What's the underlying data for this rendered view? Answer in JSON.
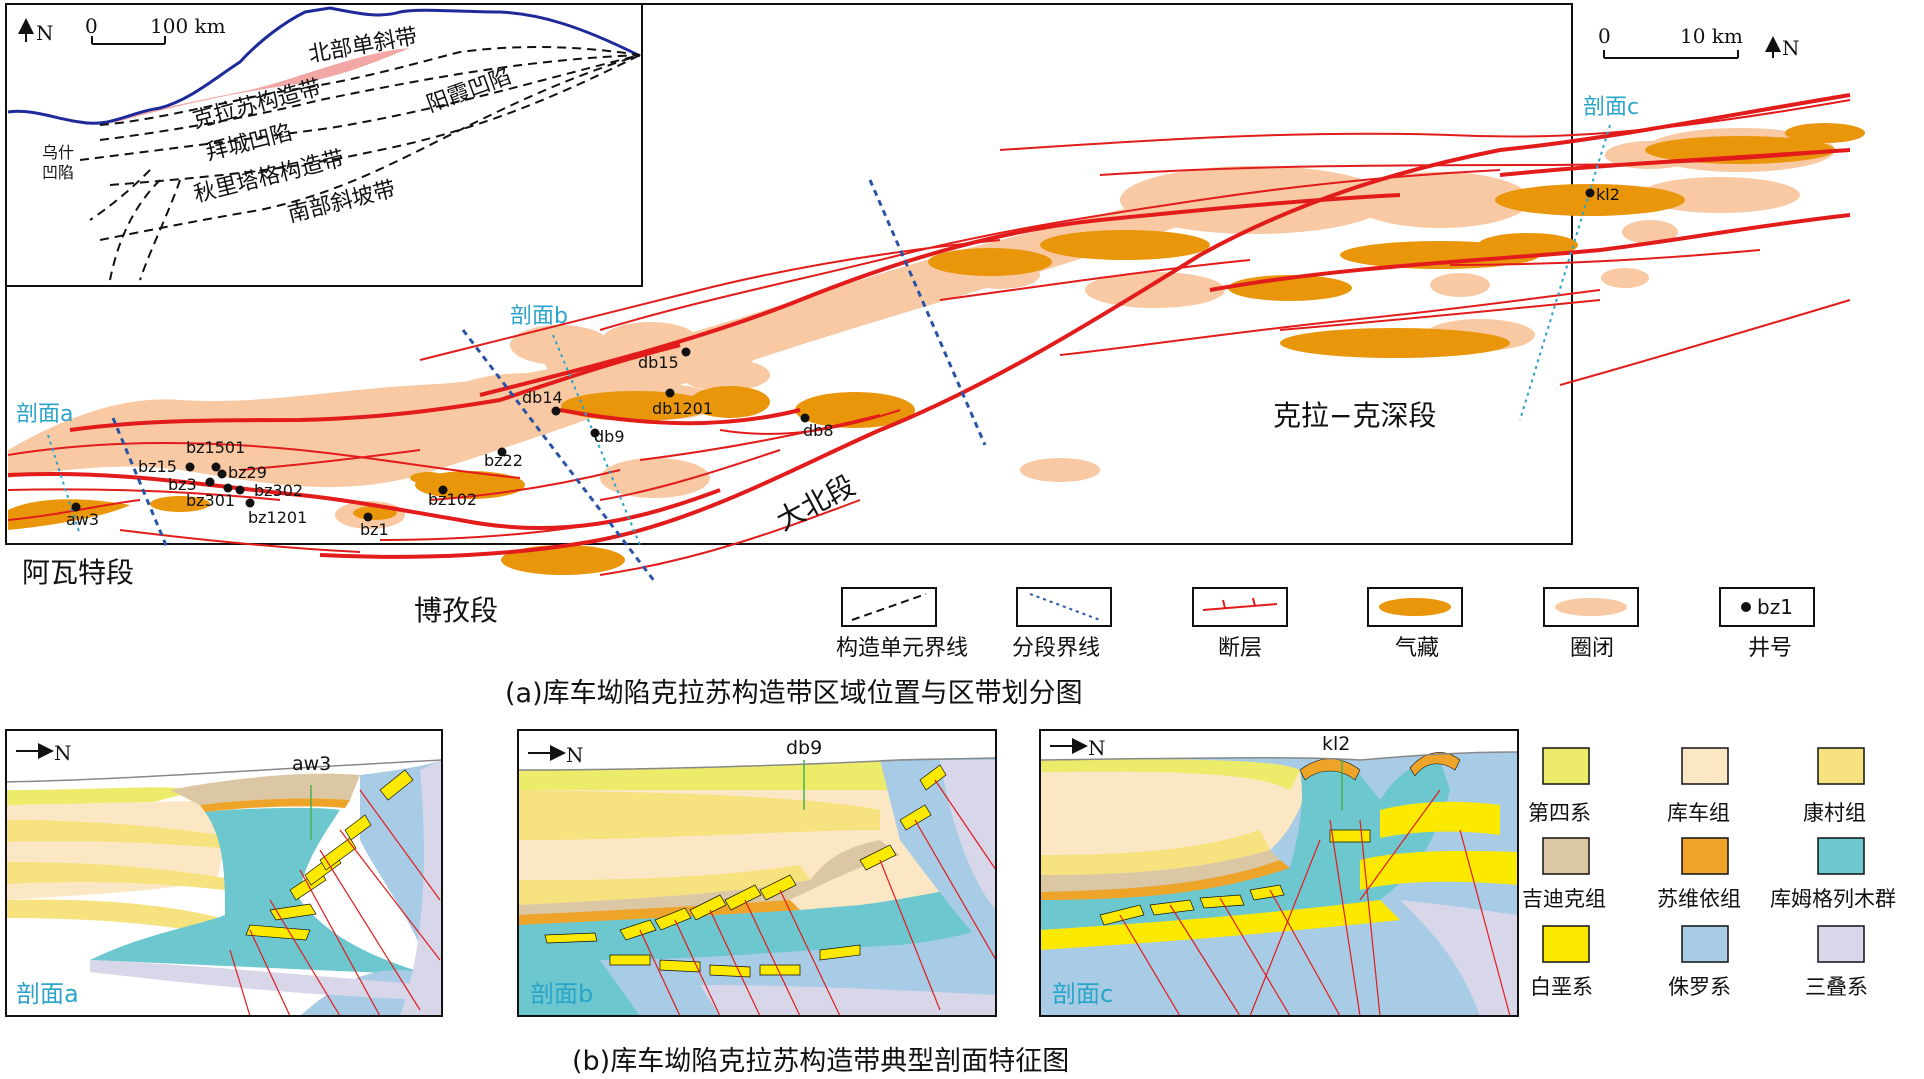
{
  "colors": {
    "fault": "#e21b1b",
    "gas": "#e9960b",
    "trap": "#f8c9a3",
    "inset_belt": "#f2a7a5",
    "coast": "#1f2a9a",
    "section_line": "#2a53a8",
    "profile_line": "#2aa4c9",
    "quaternary": "#ecec6a",
    "kuqa": "#fbe7c4",
    "kangcun": "#f6e27e",
    "jidike": "#dcc7a5",
    "suweiyi": "#eea329",
    "kumugeliemu": "#6cc7cf",
    "cretaceous": "#fbe900",
    "jurassic": "#a8cbe6",
    "triassic": "#d8d7ea"
  },
  "map": {
    "north": "N",
    "scale_zero": "0",
    "scale_value": "10 km",
    "segments": {
      "awate": "阿瓦特段",
      "bozi": "博孜段",
      "dabei": "大北段",
      "kela": "克拉−克深段"
    },
    "profiles": {
      "a": "剖面a",
      "b": "剖面b",
      "c": "剖面c"
    },
    "wells": [
      "bz1501",
      "bz15",
      "bz29",
      "bz3",
      "bz302",
      "bz301",
      "bz1201",
      "bz102",
      "bz1",
      "bz22",
      "aw3",
      "db14",
      "db15",
      "db1201",
      "db9",
      "db8",
      "kl2"
    ]
  },
  "inset": {
    "north": "N",
    "scale_zero": "0",
    "scale_value": "100 km",
    "units": {
      "north_mono": "北部单斜带",
      "kelasu": "克拉苏构造带",
      "baicheng": "拜城凹陷",
      "yangxia": "阳霞凹陷",
      "wushi_1": "乌什",
      "wushi_2": "凹陷",
      "qiulitage": "秋里塔格构造带",
      "south_slope": "南部斜坡带"
    }
  },
  "map_legend": {
    "unit_boundary": "构造单元界线",
    "segment_boundary": "分段界线",
    "fault": "断层",
    "gas_pool": "气藏",
    "trap": "圈闭",
    "well_symbol": "bz1",
    "well": "井号"
  },
  "captions": {
    "a": "(a)库车坳陷克拉苏构造带区域位置与区带划分图",
    "b": "(b)库车坳陷克拉苏构造带典型剖面特征图"
  },
  "sections": {
    "north": "N",
    "a_label": "剖面a",
    "a_well": "aw3",
    "b_label": "剖面b",
    "b_well": "db9",
    "c_label": "剖面c",
    "c_well": "kl2"
  },
  "strat_legend": {
    "quaternary": "第四系",
    "kuqa": "库车组",
    "kangcun": "康村组",
    "jidike": "吉迪克组",
    "suweiyi": "苏维依组",
    "kumugeliemu": "库姆格列木群",
    "cretaceous": "白垩系",
    "jurassic": "侏罗系",
    "triassic": "三叠系"
  }
}
